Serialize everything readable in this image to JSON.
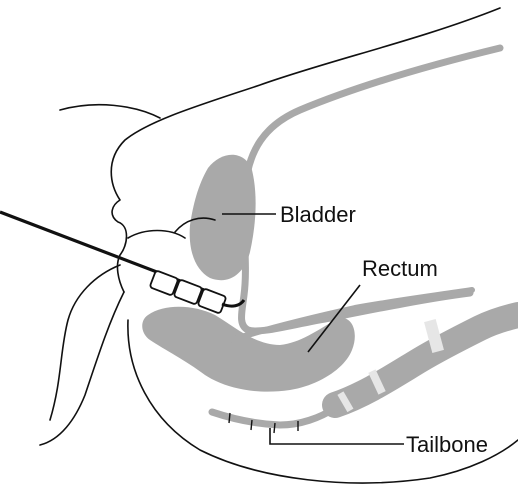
{
  "labels": {
    "bladder": "Bladder",
    "rectum": "Rectum",
    "tailbone": "Tailbone"
  },
  "colors": {
    "tissue_gray": "#a9a9a9",
    "outline": "#111111",
    "background": "#ffffff"
  }
}
